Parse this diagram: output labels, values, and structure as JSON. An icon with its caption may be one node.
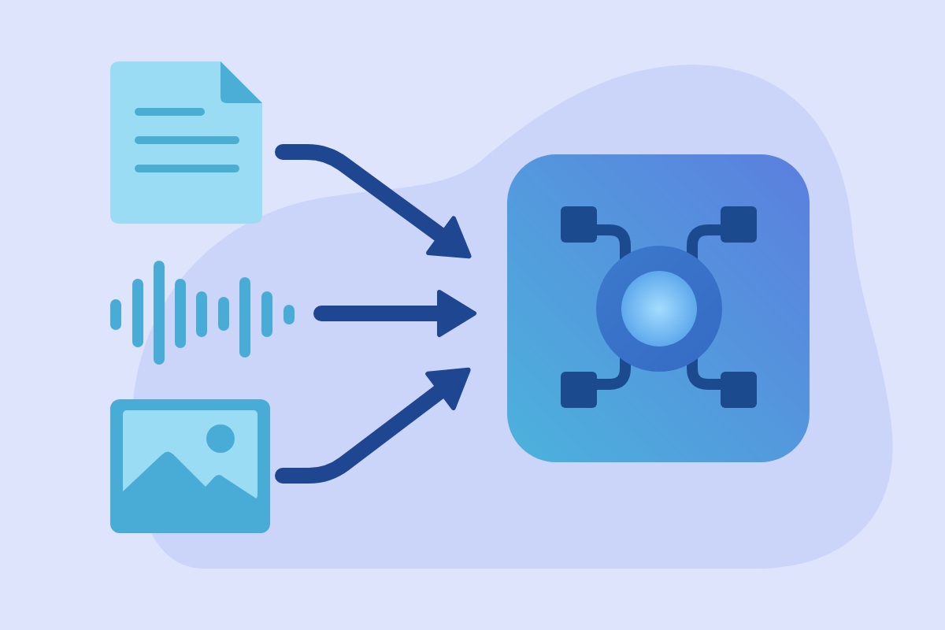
{
  "diagram": {
    "nodes": [
      {
        "text": [],
        "shape": "picture"
      },
      {
        "text": [],
        "shape": "picture"
      },
      {
        "text": [],
        "shape": "picture"
      },
      {
        "text": [],
        "shape": "picture"
      }
    ],
    "edges": [
      {
        "from": 0,
        "to": 3,
        "arrow": "to"
      },
      {
        "from": 1,
        "to": 3,
        "arrow": "to"
      },
      {
        "from": 2,
        "to": 3,
        "arrow": "to"
      }
    ]
  }
}
